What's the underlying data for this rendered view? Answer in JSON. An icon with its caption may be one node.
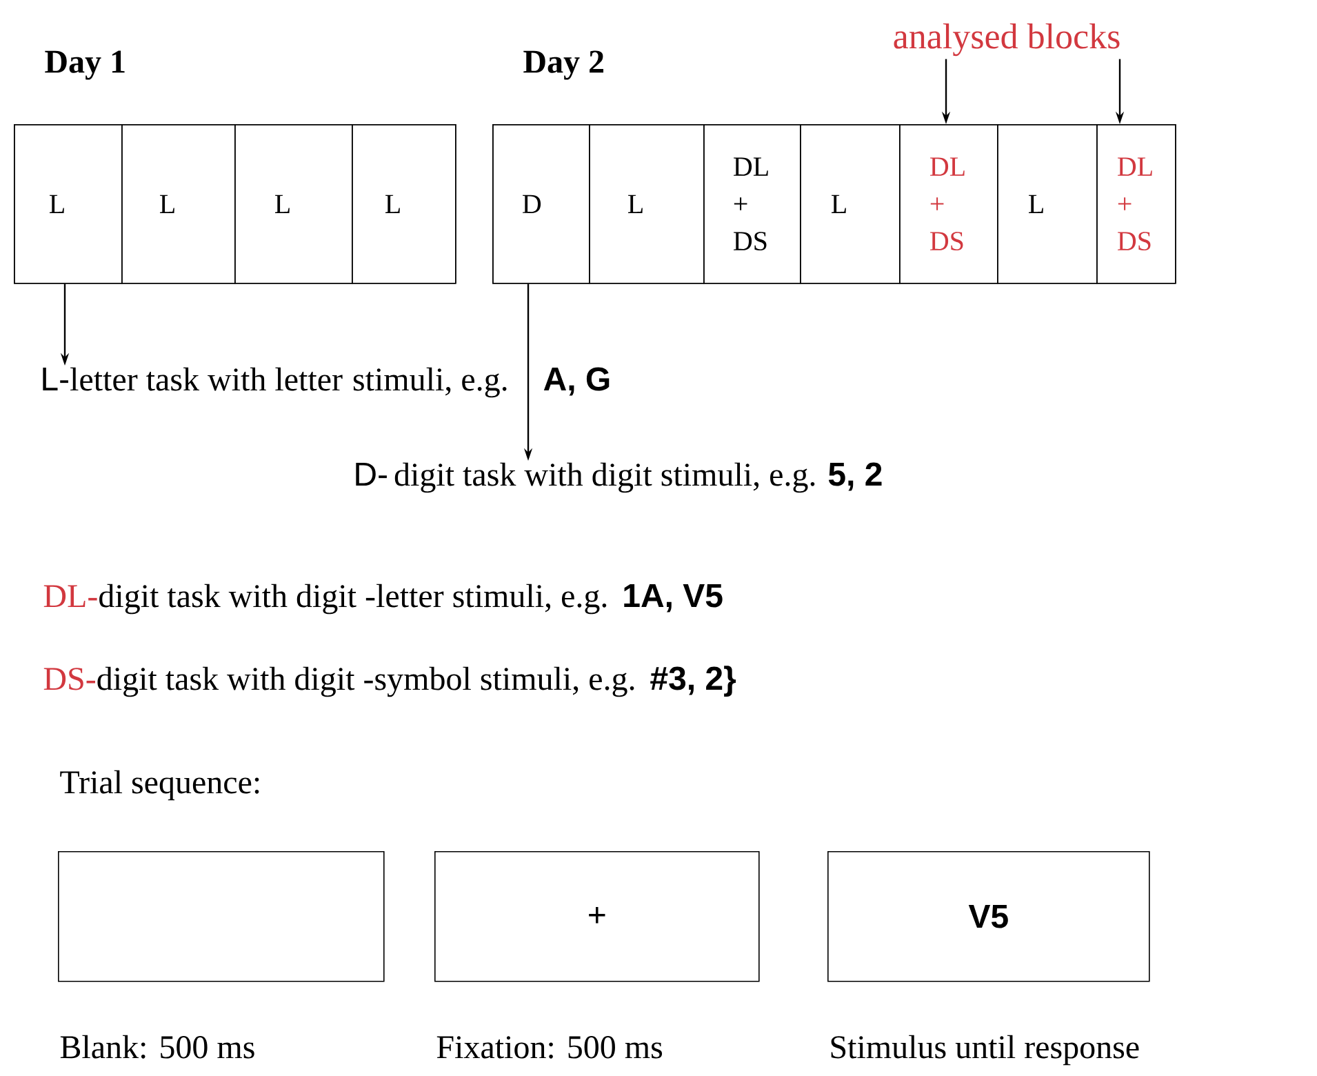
{
  "diagram": {
    "nodes": [
      {
        "text": [
          "Day 1"
        ]
      },
      {
        "text": [
          "L"
        ],
        "in": 0
      },
      {
        "text": [
          "L"
        ],
        "in": 0
      },
      {
        "text": [
          "L"
        ],
        "in": 0
      },
      {
        "text": [
          "L"
        ],
        "in": 0
      },
      {
        "text": [
          "Day 2"
        ]
      },
      {
        "text": [
          "D"
        ],
        "in": 5
      },
      {
        "text": [
          "L"
        ],
        "in": 5
      },
      {
        "text": [
          "DL + DS"
        ],
        "in": 5
      },
      {
        "text": [
          "L"
        ],
        "in": 5
      },
      {
        "text": [
          "DL + DS"
        ],
        "in": 5
      },
      {
        "text": [
          "L"
        ],
        "in": 5
      },
      {
        "text": [
          "DL + DS"
        ],
        "in": 5
      },
      {
        "text": [
          "analysed blocks"
        ]
      },
      {
        "text": [
          "L-",
          "letter task with letter",
          "stimuli, e.g.",
          "A, G"
        ]
      },
      {
        "text": [
          "D-",
          "digit task with digit stimuli, e.g.",
          "5, 2"
        ]
      },
      {
        "text": [],
        "shape": "box",
        "beside": [
          "Blank: 500 ms"
        ]
      },
      {
        "text": [
          "+"
        ],
        "beside": [
          "Fixation: 500 ms"
        ]
      },
      {
        "text": [
          "V5"
        ],
        "beside": [
          "Stimulus until response"
        ]
      }
    ],
    "edges": [
      {
        "from": 13,
        "to": 10,
        "arrow": "to"
      },
      {
        "from": 13,
        "to": 12,
        "arrow": "to"
      },
      {
        "from": 1,
        "to": 14,
        "arrow": "to"
      },
      {
        "from": 6,
        "to": 15,
        "arrow": "to"
      }
    ],
    "labels": [
      "DL-",
      "digit task with digit -letter stimuli, e.g.",
      "1A, V5",
      "DS-",
      "digit task with digit -symbol stimuli, e.g.",
      "#3, 2}",
      "Trial sequence:"
    ]
  }
}
